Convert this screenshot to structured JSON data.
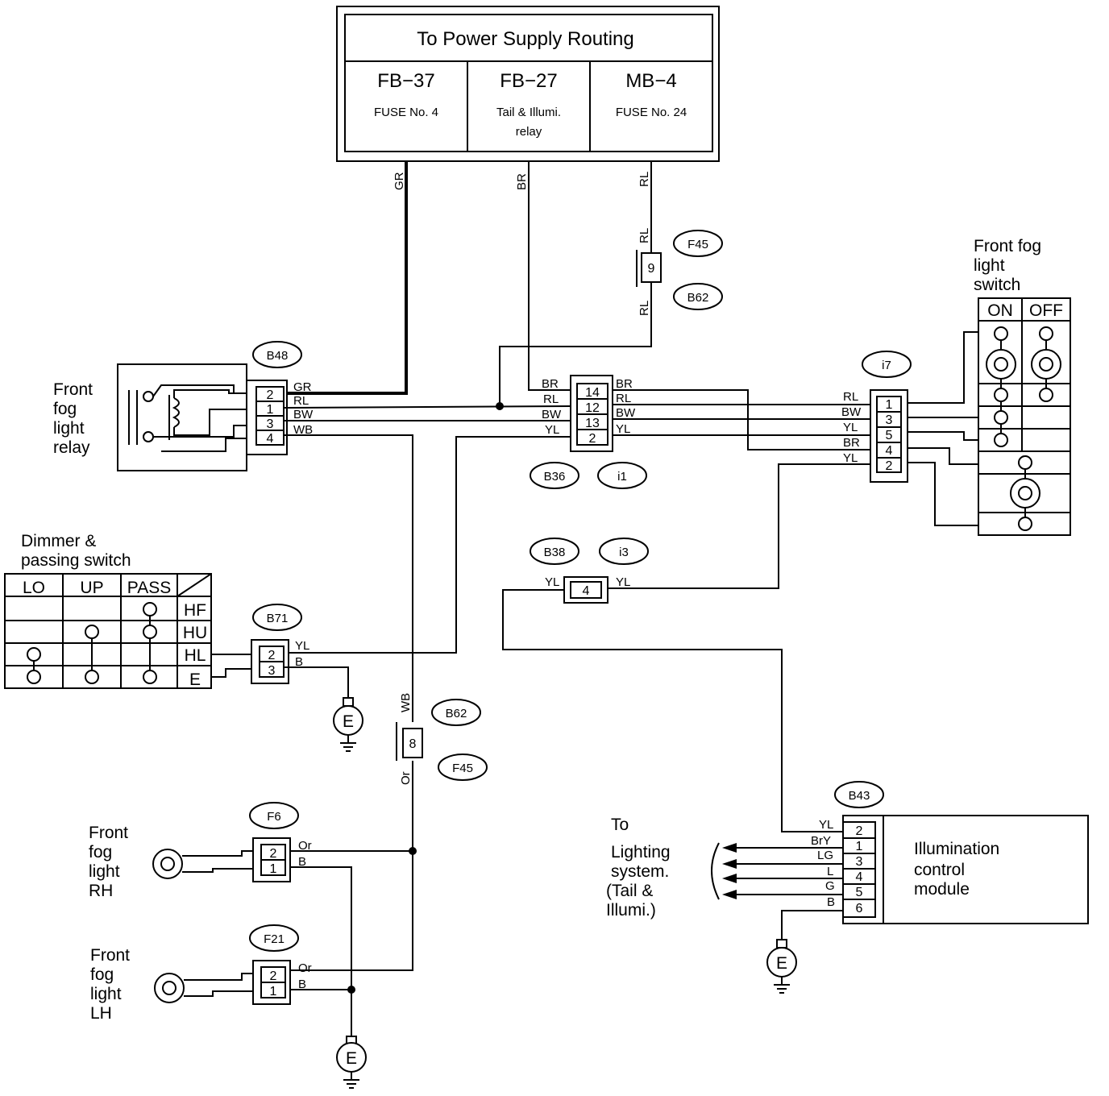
{
  "power_routing": {
    "title": "To Power Supply Routing",
    "cells": [
      {
        "code": "FB−37",
        "desc": [
          "FUSE No. 4"
        ]
      },
      {
        "code": "FB−27",
        "desc": [
          "Tail & Illumi.",
          "relay"
        ]
      },
      {
        "code": "MB−4",
        "desc": [
          "FUSE No. 24"
        ]
      }
    ]
  },
  "wires": {
    "gr": "GR",
    "br": "BR",
    "rl": "RL",
    "bw": "BW",
    "wb": "WB",
    "yl": "YL",
    "b": "B",
    "or": "Or",
    "lg": "LG",
    "l": "L",
    "g": "G",
    "bry": "BrY"
  },
  "connectors": {
    "b48": "B48",
    "f45": "F45",
    "b62": "B62",
    "b36": "B36",
    "i1": "i1",
    "i7": "i7",
    "b38": "B38",
    "i3": "i3",
    "b71": "B71",
    "f6": "F6",
    "f21": "F21",
    "b43": "B43"
  },
  "components": {
    "relay": [
      "Front",
      "fog",
      "light",
      "relay"
    ],
    "switch": [
      "Front fog",
      "light",
      "switch"
    ],
    "switch_on": "ON",
    "switch_off": "OFF",
    "dimmer": [
      "Dimmer &",
      "passing switch"
    ],
    "dimmer_cols": [
      "LO",
      "UP",
      "PASS"
    ],
    "dimmer_rows": [
      "HF",
      "HU",
      "HL",
      "E"
    ],
    "fog_rh": [
      "Front",
      "fog",
      "light",
      "RH"
    ],
    "fog_lh": [
      "Front",
      "fog",
      "light",
      "LH"
    ],
    "icm": [
      "Illumination",
      "control",
      "module"
    ],
    "to_lighting": [
      "To",
      "Lighting",
      "system.",
      "(Tail &",
      "Illumi.)"
    ],
    "ground": "E"
  },
  "pins": {
    "relay": [
      "2",
      "1",
      "3",
      "4"
    ],
    "b36": [
      "14",
      "12",
      "13",
      "2"
    ],
    "i7": [
      "1",
      "3",
      "5",
      "4",
      "2"
    ],
    "b71": [
      "2",
      "3"
    ],
    "b38": "4",
    "f45_top": "9",
    "b62_bottom": "8",
    "f6": [
      "2",
      "1"
    ],
    "f21": [
      "2",
      "1"
    ],
    "b43": [
      "2",
      "1",
      "3",
      "4",
      "5",
      "6"
    ]
  }
}
